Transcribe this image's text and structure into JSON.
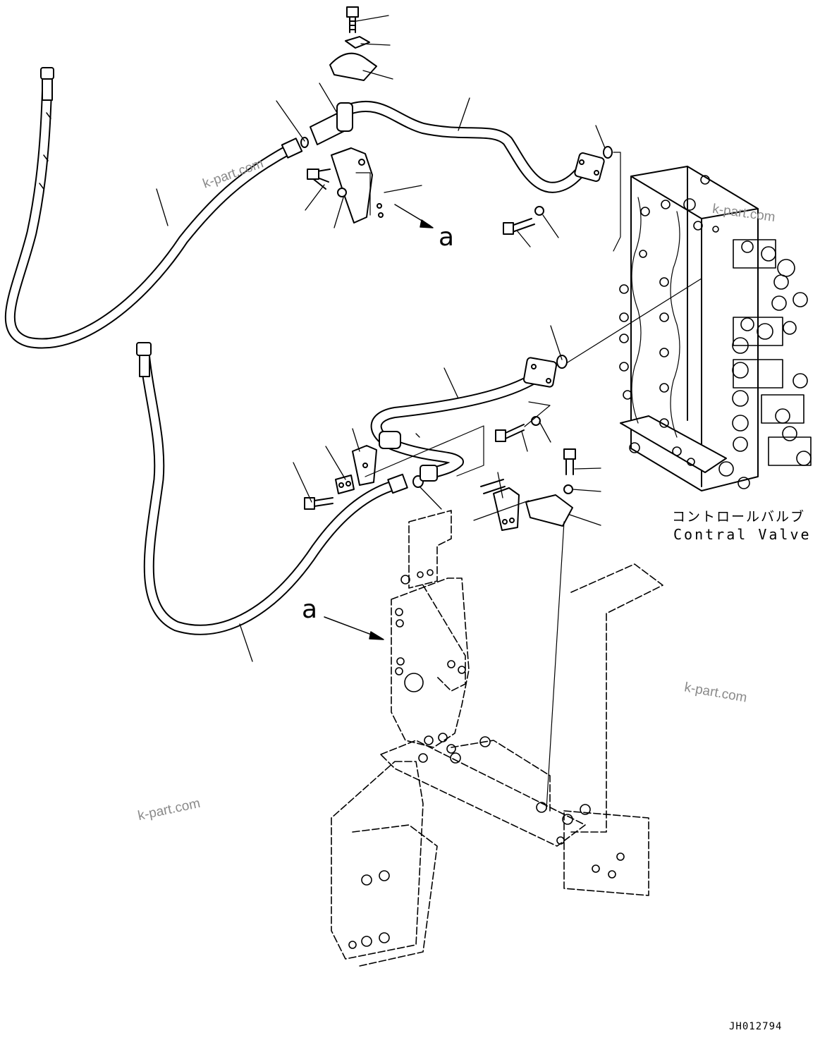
{
  "labels": {
    "control_valve_jp": "コントロールバルブ",
    "control_valve_en": "Contral Valve",
    "drawing_code": "JH012794"
  },
  "refs": {
    "a_top": "a",
    "a_frame": "a"
  },
  "watermarks": [
    "k-part.com",
    "k-part.com",
    "k-part.com",
    "k-part.com"
  ]
}
